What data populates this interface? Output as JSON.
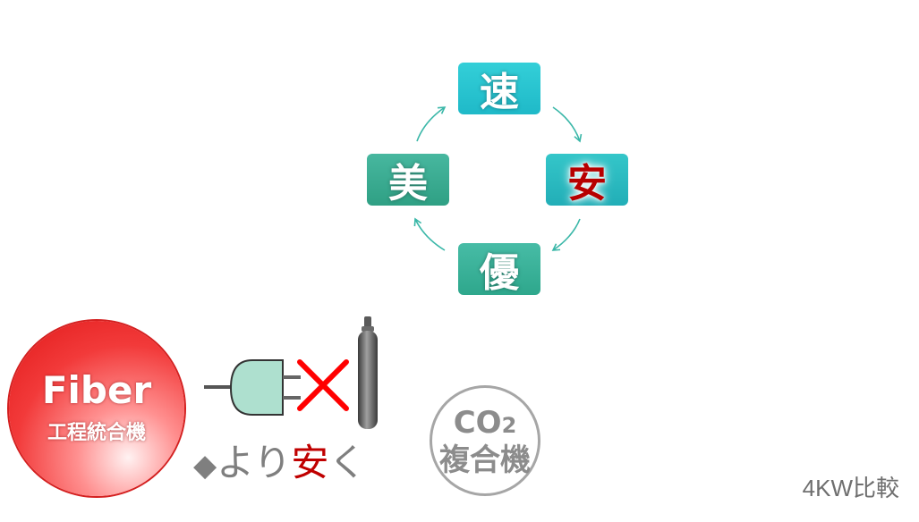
{
  "cycle": {
    "speed": "速",
    "safe": "安",
    "superior": "優",
    "beauty": "美"
  },
  "fiber_badge": {
    "title": "Fiber",
    "subtitle": "工程統合機"
  },
  "tagline": {
    "bullet": "◆",
    "part1": "より",
    "highlight": "安",
    "part2": "く"
  },
  "co2_badge": {
    "line1_main": "CO",
    "line1_sub": "2",
    "line2": "複合機"
  },
  "comparison_label": "4KW比較",
  "icons": [
    "plug-icon",
    "cross-icon",
    "gas-cylinder-icon",
    "cycle-arrow-icon"
  ],
  "colors": {
    "teal": "#26bfc9",
    "green_teal": "#3aaa90",
    "arrow": "#3ab7a8",
    "red": "#c00000",
    "fiber_red": "#e82828",
    "gray": "#7f7f7f"
  }
}
